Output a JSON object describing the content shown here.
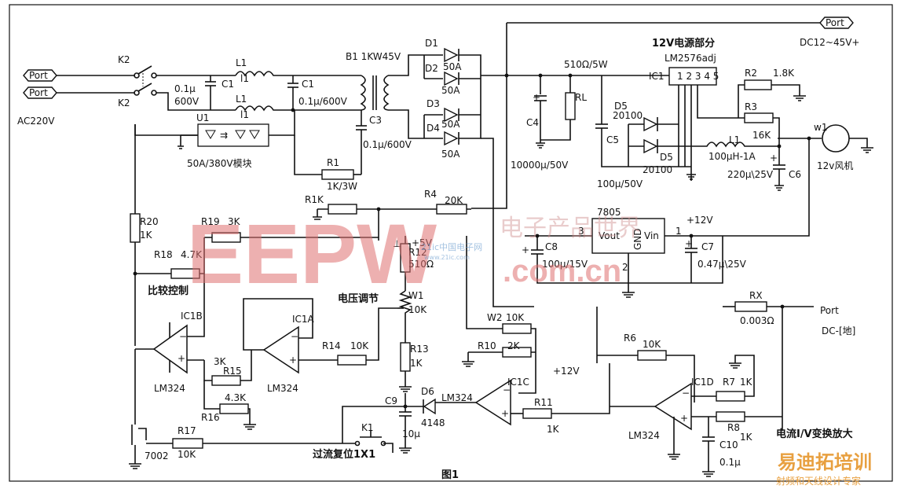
{
  "ports": {
    "port_label": "Port",
    "ac_input": "AC220V",
    "dc_out": "DC12~45V+",
    "dc_ground": "DC-[地]"
  },
  "relays": {
    "k2_top": "K2",
    "k2_bottom": "K2"
  },
  "input_filter": {
    "c_small": "0.1μ",
    "c_small_v": "600V",
    "c1a": "C1",
    "c1b": "C1",
    "c1_value": "0.1μ/600V",
    "l1a": "L1",
    "l1b": "L1",
    "l_turns_a": "l1",
    "l_turns_b": "l1"
  },
  "ssr": {
    "name": "U1",
    "desc": "50A/380V模块"
  },
  "transformer": {
    "label": "B1  1KW45V",
    "c3": "C3",
    "c3_value": "0.1μ/600V",
    "r1": "R1",
    "r1_value": "1K/3W"
  },
  "rectifier": {
    "d1": "D1",
    "d2": "D2",
    "d3": "D3",
    "d4": "D4",
    "rating": "50A"
  },
  "main_filter": {
    "c4": "C4",
    "c4_value": "10000μ/50V",
    "rl": "RL",
    "rl_value": "510Ω/5W"
  },
  "psu12": {
    "title": "12V电源部分",
    "chip": "LM2576adj",
    "ic": "IC1",
    "pins": "1 2 3 4 5",
    "d5a": "D5",
    "d5b": "D5",
    "d_part": "20100",
    "c5": "C5",
    "c5_value": "100μ/50V",
    "l1": "L1",
    "l1_value": "100μH-1A",
    "r2": "R2",
    "r2_value": "1.8K",
    "r3": "R3",
    "r3_value": "16K",
    "c6": "C6",
    "c6_value": "220μ\\25V",
    "fan": "w1",
    "fan_desc": "12v风机"
  },
  "regulator": {
    "part": "7805",
    "vout": "Vout",
    "vin": "Vin",
    "gnd": "GND",
    "pin1": "1",
    "pin2": "2",
    "pin3": "3",
    "c8": "C8",
    "c8_value": "100μ/15V",
    "c7": "C7",
    "c7_value": "0.47μ\\25V",
    "plus12": "+12V",
    "plus5": "+5V"
  },
  "control": {
    "r1k": "R1K",
    "r4": "R4",
    "r4_value": "20K",
    "r19": "R19",
    "r19_value": "3K",
    "r18": "R18",
    "r18_value": "4.7K",
    "r20": "R20",
    "r20_value": "1K",
    "cmp_label": "比较控制",
    "r12": "R12",
    "r12_value": "510Ω",
    "volt_adj": "电压调节",
    "w1": "W1",
    "w1_value": "10K",
    "r13": "R13",
    "r13_value": "1K",
    "ic1b": "IC1B",
    "ic1a": "IC1A",
    "lm324": "LM324",
    "r14": "R14",
    "r14_value": "10K",
    "r15": "R15",
    "r15_value": "3K",
    "r16": "R16",
    "r16_value": "4.3K",
    "r17": "R17",
    "r17_value": "10K",
    "transistor": "7002"
  },
  "overcurrent": {
    "w2": "W2",
    "w2_value": "10K",
    "r10": "R10",
    "r10_value": "2K",
    "ic1c": "IC1C",
    "plus12": "+12V",
    "r11": "R11",
    "r11_value": "1K",
    "d6": "D6",
    "d6_part": "4148",
    "c9": "C9",
    "c9_value": "10μ",
    "k1": "K1",
    "reset_label": "过流复位1X1",
    "lm324": "LM324"
  },
  "current_amp": {
    "rx": "RX",
    "rx_value": "0.003Ω",
    "r6": "R6",
    "r6_value": "10K",
    "ic1d": "IC1D",
    "r7": "R7",
    "r7_value": "1K",
    "r8": "R8",
    "r8_value": "1K",
    "c10": "C10",
    "c10_value": "0.1μ",
    "lm324": "LM324",
    "label": "电流I/V变换放大"
  },
  "figure": {
    "caption": "图1"
  },
  "watermarks": {
    "brand": "EEPW",
    "site": ".com.cn",
    "cn_brand": "电子产品世界",
    "sub1": "21ic中国电子网",
    "sub2": "www.21ic.com",
    "logo": "易迪拓培训",
    "logo_sub": "射频和天线设计专家"
  },
  "colors": {
    "ink": "#111111",
    "watermark": "#e07070",
    "logo": "#e8a040"
  }
}
